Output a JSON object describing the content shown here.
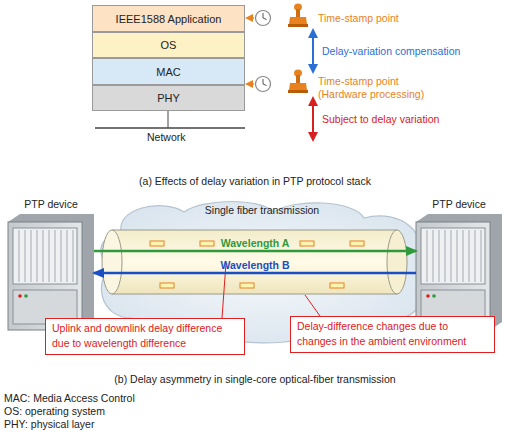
{
  "diagram": {
    "nodes": [
      {
        "text": [
          "IEEE1588 Application"
        ]
      },
      {
        "text": [
          "OS"
        ]
      },
      {
        "text": [
          "MAC"
        ]
      },
      {
        "text": [
          "PHY"
        ]
      },
      {
        "text": [
          "PTP device"
        ]
      },
      {
        "text": [
          "Single fiber transmission"
        ]
      },
      {
        "text": [
          "PTP device"
        ]
      },
      {
        "text": [
          "Uplink and downlink delay difference due to wavelength difference"
        ]
      },
      {
        "text": [
          "Delay-difference changes due to changes in the ambient environment"
        ]
      }
    ],
    "edges": [
      {
        "from": 4,
        "to": 6,
        "label": "Wavelength A",
        "arrow": "to"
      },
      {
        "from": 6,
        "to": 4,
        "label": "Wavelength B",
        "arrow": "to"
      }
    ],
    "labels": [
      "Network",
      "Time-stamp point",
      "Time-stamp point",
      "(Hardware processing)",
      "Delay-variation compensation",
      "Subject to delay variation",
      "(a) Effects of delay variation in PTP protocol stack",
      "(b) Delay asymmetry in single-core optical-fiber transmission",
      "MAC: Media Access Control",
      "OS: operating system",
      "PHY: physical layer"
    ]
  }
}
